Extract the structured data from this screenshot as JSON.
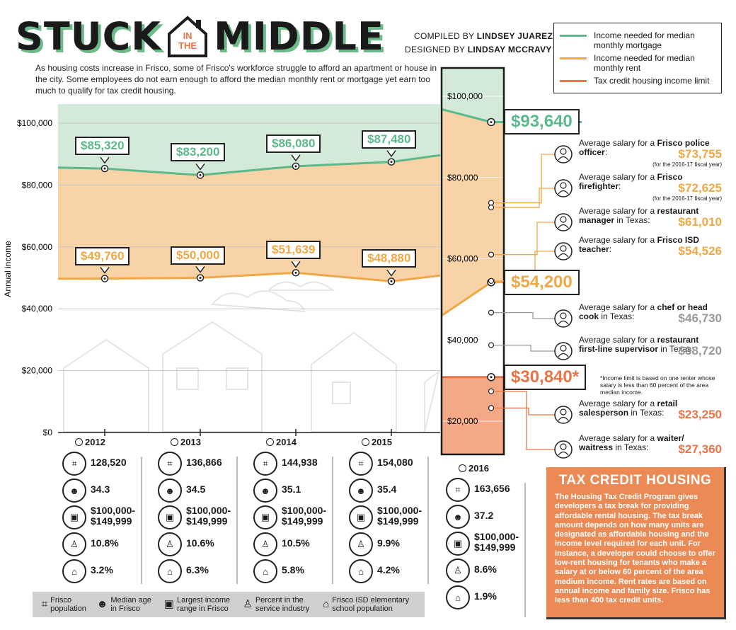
{
  "header": {
    "title_left": "STUCK",
    "title_house_line1": "IN",
    "title_house_line2": "THE",
    "title_right": "MIDDLE",
    "credit_compiled_prefix": "COMPILED BY",
    "credit_compiled_name": "LINDSEY JUAREZ",
    "credit_designed_prefix": "DESIGNED BY",
    "credit_designed_name": "LINDSAY MCCRAVY",
    "intro": "As housing costs increase in Frisco, some of Frisco's workforce struggle to afford an apartment or house in the city. Some employees do not earn enough to afford the median monthly rent or mortgage yet earn too much to qualify for tax credit housing."
  },
  "legend": {
    "mortgage": "Income needed for median monthly mortgage",
    "rent": "Income needed for median monthly rent",
    "tax": "Tax credit housing income limit"
  },
  "colors": {
    "mortgage": "#5bb98b",
    "mortgage_fill": "#d2ead7",
    "rent": "#f0a847",
    "rent_fill": "#f8d3a8",
    "tax": "#e97447",
    "tax_fill": "#f3a988",
    "gray_value": "#9a9a9a"
  },
  "chart_data": {
    "type": "area",
    "ylabel": "Annual income",
    "y_ticks": [
      "$0",
      "$20,000",
      "$40,000",
      "$60,000",
      "$80,000",
      "$100,000"
    ],
    "y_ticks_2016": [
      "$20,000",
      "$40,000",
      "$60,000",
      "$80,000",
      "$100,000"
    ],
    "ylim": [
      0,
      105000
    ],
    "categories": [
      "2012",
      "2013",
      "2014",
      "2015",
      "2016"
    ],
    "series": [
      {
        "name": "Income needed for median monthly mortgage",
        "values": [
          85320,
          83200,
          86080,
          87480,
          93640
        ],
        "labels": [
          "$85,320",
          "$83,200",
          "$86,080",
          "$87,480",
          "$93,640"
        ]
      },
      {
        "name": "Income needed for median monthly rent",
        "values": [
          49760,
          50000,
          51639,
          48880,
          54200
        ],
        "labels": [
          "$49,760",
          "$50,000",
          "$51,639",
          "$48,880",
          "$54,200"
        ]
      },
      {
        "name": "Tax credit housing income limit",
        "values": [
          null,
          null,
          null,
          null,
          30840
        ],
        "labels": [
          "",
          "",
          "",
          "",
          "$30,840*"
        ]
      }
    ],
    "salaries_2016": [
      {
        "text_prefix": "Average salary for a ",
        "text_bold": "Frisco police officer",
        "text_suffix": ":",
        "value": 73755,
        "label": "$73,755",
        "note": "(for the 2016-17 fiscal year)",
        "color": "orange"
      },
      {
        "text_prefix": "Average salary for a ",
        "text_bold": "Frisco firefighter",
        "text_suffix": ":",
        "value": 72625,
        "label": "$72,625",
        "note": "(for the 2016-17 fiscal year)",
        "color": "orange"
      },
      {
        "text_prefix": "Average salary for a ",
        "text_bold": "restaurant manager",
        "text_suffix": " in Texas:",
        "value": 61010,
        "label": "$61,010",
        "note": "",
        "color": "orange"
      },
      {
        "text_prefix": "Average salary for a ",
        "text_bold": "Frisco ISD teacher",
        "text_suffix": ":",
        "value": 54526,
        "label": "$54,526",
        "note": "",
        "color": "orange"
      },
      {
        "text_prefix": "Average salary for a ",
        "text_bold": "chef or head cook",
        "text_suffix": " in Texas:",
        "value": 46730,
        "label": "$46,730",
        "note": "",
        "color": "gray"
      },
      {
        "text_prefix": "Average salary for a ",
        "text_bold": "restaurant first-line supervisor",
        "text_suffix": " in Texas:",
        "value": 38720,
        "label": "$38,720",
        "note": "",
        "color": "gray"
      },
      {
        "text_prefix": "Average salary for a ",
        "text_bold": "retail salesperson",
        "text_suffix": " in Texas:",
        "value": 23250,
        "label": "$23,250",
        "note": "",
        "color": "tax"
      },
      {
        "text_prefix": "Average salary for a ",
        "text_bold": "waiter/ waitress",
        "text_suffix": " in Texas:",
        "value": 27360,
        "label": "$27,360",
        "note": "",
        "color": "tax"
      }
    ],
    "income_limit_note": "*Income limit is based on one renter whose salary is less than 60 percent of the area median income."
  },
  "stats": [
    {
      "year": "2012",
      "population": "128,520",
      "median_age": "34.3",
      "income_range": "$100,000-\n$149,999",
      "service_pct": "10.8%",
      "fisd_pct": "3.2%"
    },
    {
      "year": "2013",
      "population": "136,866",
      "median_age": "34.5",
      "income_range": "$100,000-\n$149,999",
      "service_pct": "10.6%",
      "fisd_pct": "6.3%"
    },
    {
      "year": "2014",
      "population": "144,938",
      "median_age": "35.1",
      "income_range": "$100,000-\n$149,999",
      "service_pct": "10.5%",
      "fisd_pct": "5.8%"
    },
    {
      "year": "2015",
      "population": "154,080",
      "median_age": "35.4",
      "income_range": "$100,000-\n$149,999",
      "service_pct": "9.9%",
      "fisd_pct": "4.2%"
    },
    {
      "year": "2016",
      "population": "163,656",
      "median_age": "37.2",
      "income_range": "$100,000-\n$149,999",
      "service_pct": "8.6%",
      "fisd_pct": "1.9%"
    }
  ],
  "stats_legend": [
    {
      "icon": "map-icon",
      "label": "Frisco population"
    },
    {
      "icon": "family-icon",
      "label": "Median age in Frisco"
    },
    {
      "icon": "money-icon",
      "label": "Largest income range in Frisco"
    },
    {
      "icon": "worker-icon",
      "label": "Percent in the service industry"
    },
    {
      "icon": "school-icon",
      "label": "Frisco ISD elementary school population"
    }
  ],
  "tax_credit": {
    "title": "TAX CREDIT HOUSING",
    "body": "The Housing Tax Credit Program gives developers a tax break for providing affordable rental housing. The tax break amount depends on how many units are designated as affordable housing and the income level required for each unit. For instance, a developer could choose to offer low-rent housing for tenants who make a salary at or below 60 percent of the area medium income. Rent rates are based on annual income and family size. Frisco has less than 400 tax credit units."
  }
}
